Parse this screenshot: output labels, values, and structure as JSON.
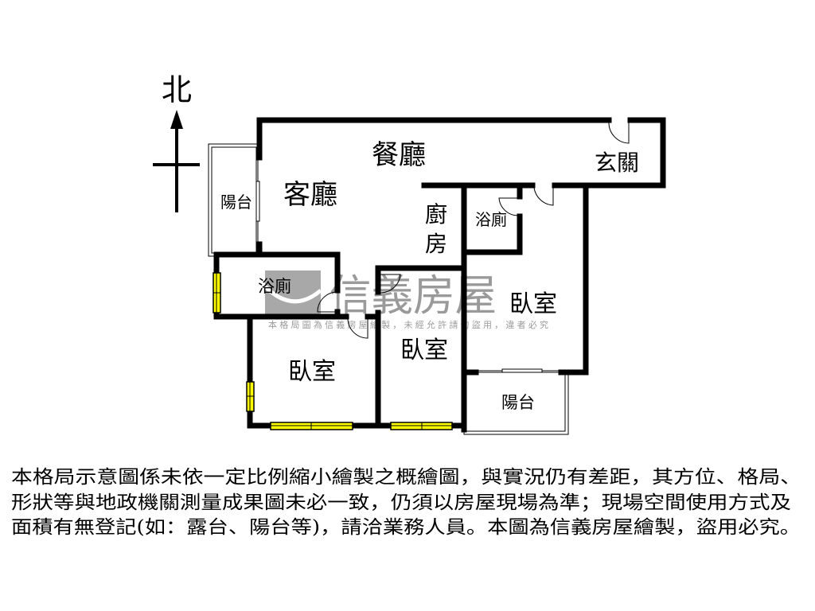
{
  "compass": {
    "north_label": "北",
    "icon": "north-arrow-icon"
  },
  "rooms": {
    "dining": "餐廳",
    "entrance": "玄關",
    "living": "客廳",
    "balcony_west": "陽台",
    "kitchen_1": "廚",
    "kitchen_2": "房",
    "bath_east": "浴廁",
    "bath_west": "浴廁",
    "bedroom_east": "臥室",
    "bedroom_middle": "臥室",
    "bedroom_west": "臥室",
    "balcony_south": "陽台"
  },
  "watermark": {
    "brand": "信義房屋",
    "notice": "本格局圖為信義房屋繪製，未經允許請勿盜用，違者必究"
  },
  "disclaimer": {
    "line1": "本格局示意圖係未依一定比例縮小繪製之概繪圖，與實況仍有差距，其方位、格局、",
    "line2": "形狀等與地政機關測量成果圖未必一致，仍須以房屋現場為準；現場空間使用方式及",
    "line3": "面積有無登記(如：露台、陽台等)，請洽業務人員。本圖為信義房屋繪製，盜用必究。"
  },
  "colors": {
    "wall": "#000000",
    "window": "#ffff00",
    "watermark": "#9a9a9a"
  }
}
